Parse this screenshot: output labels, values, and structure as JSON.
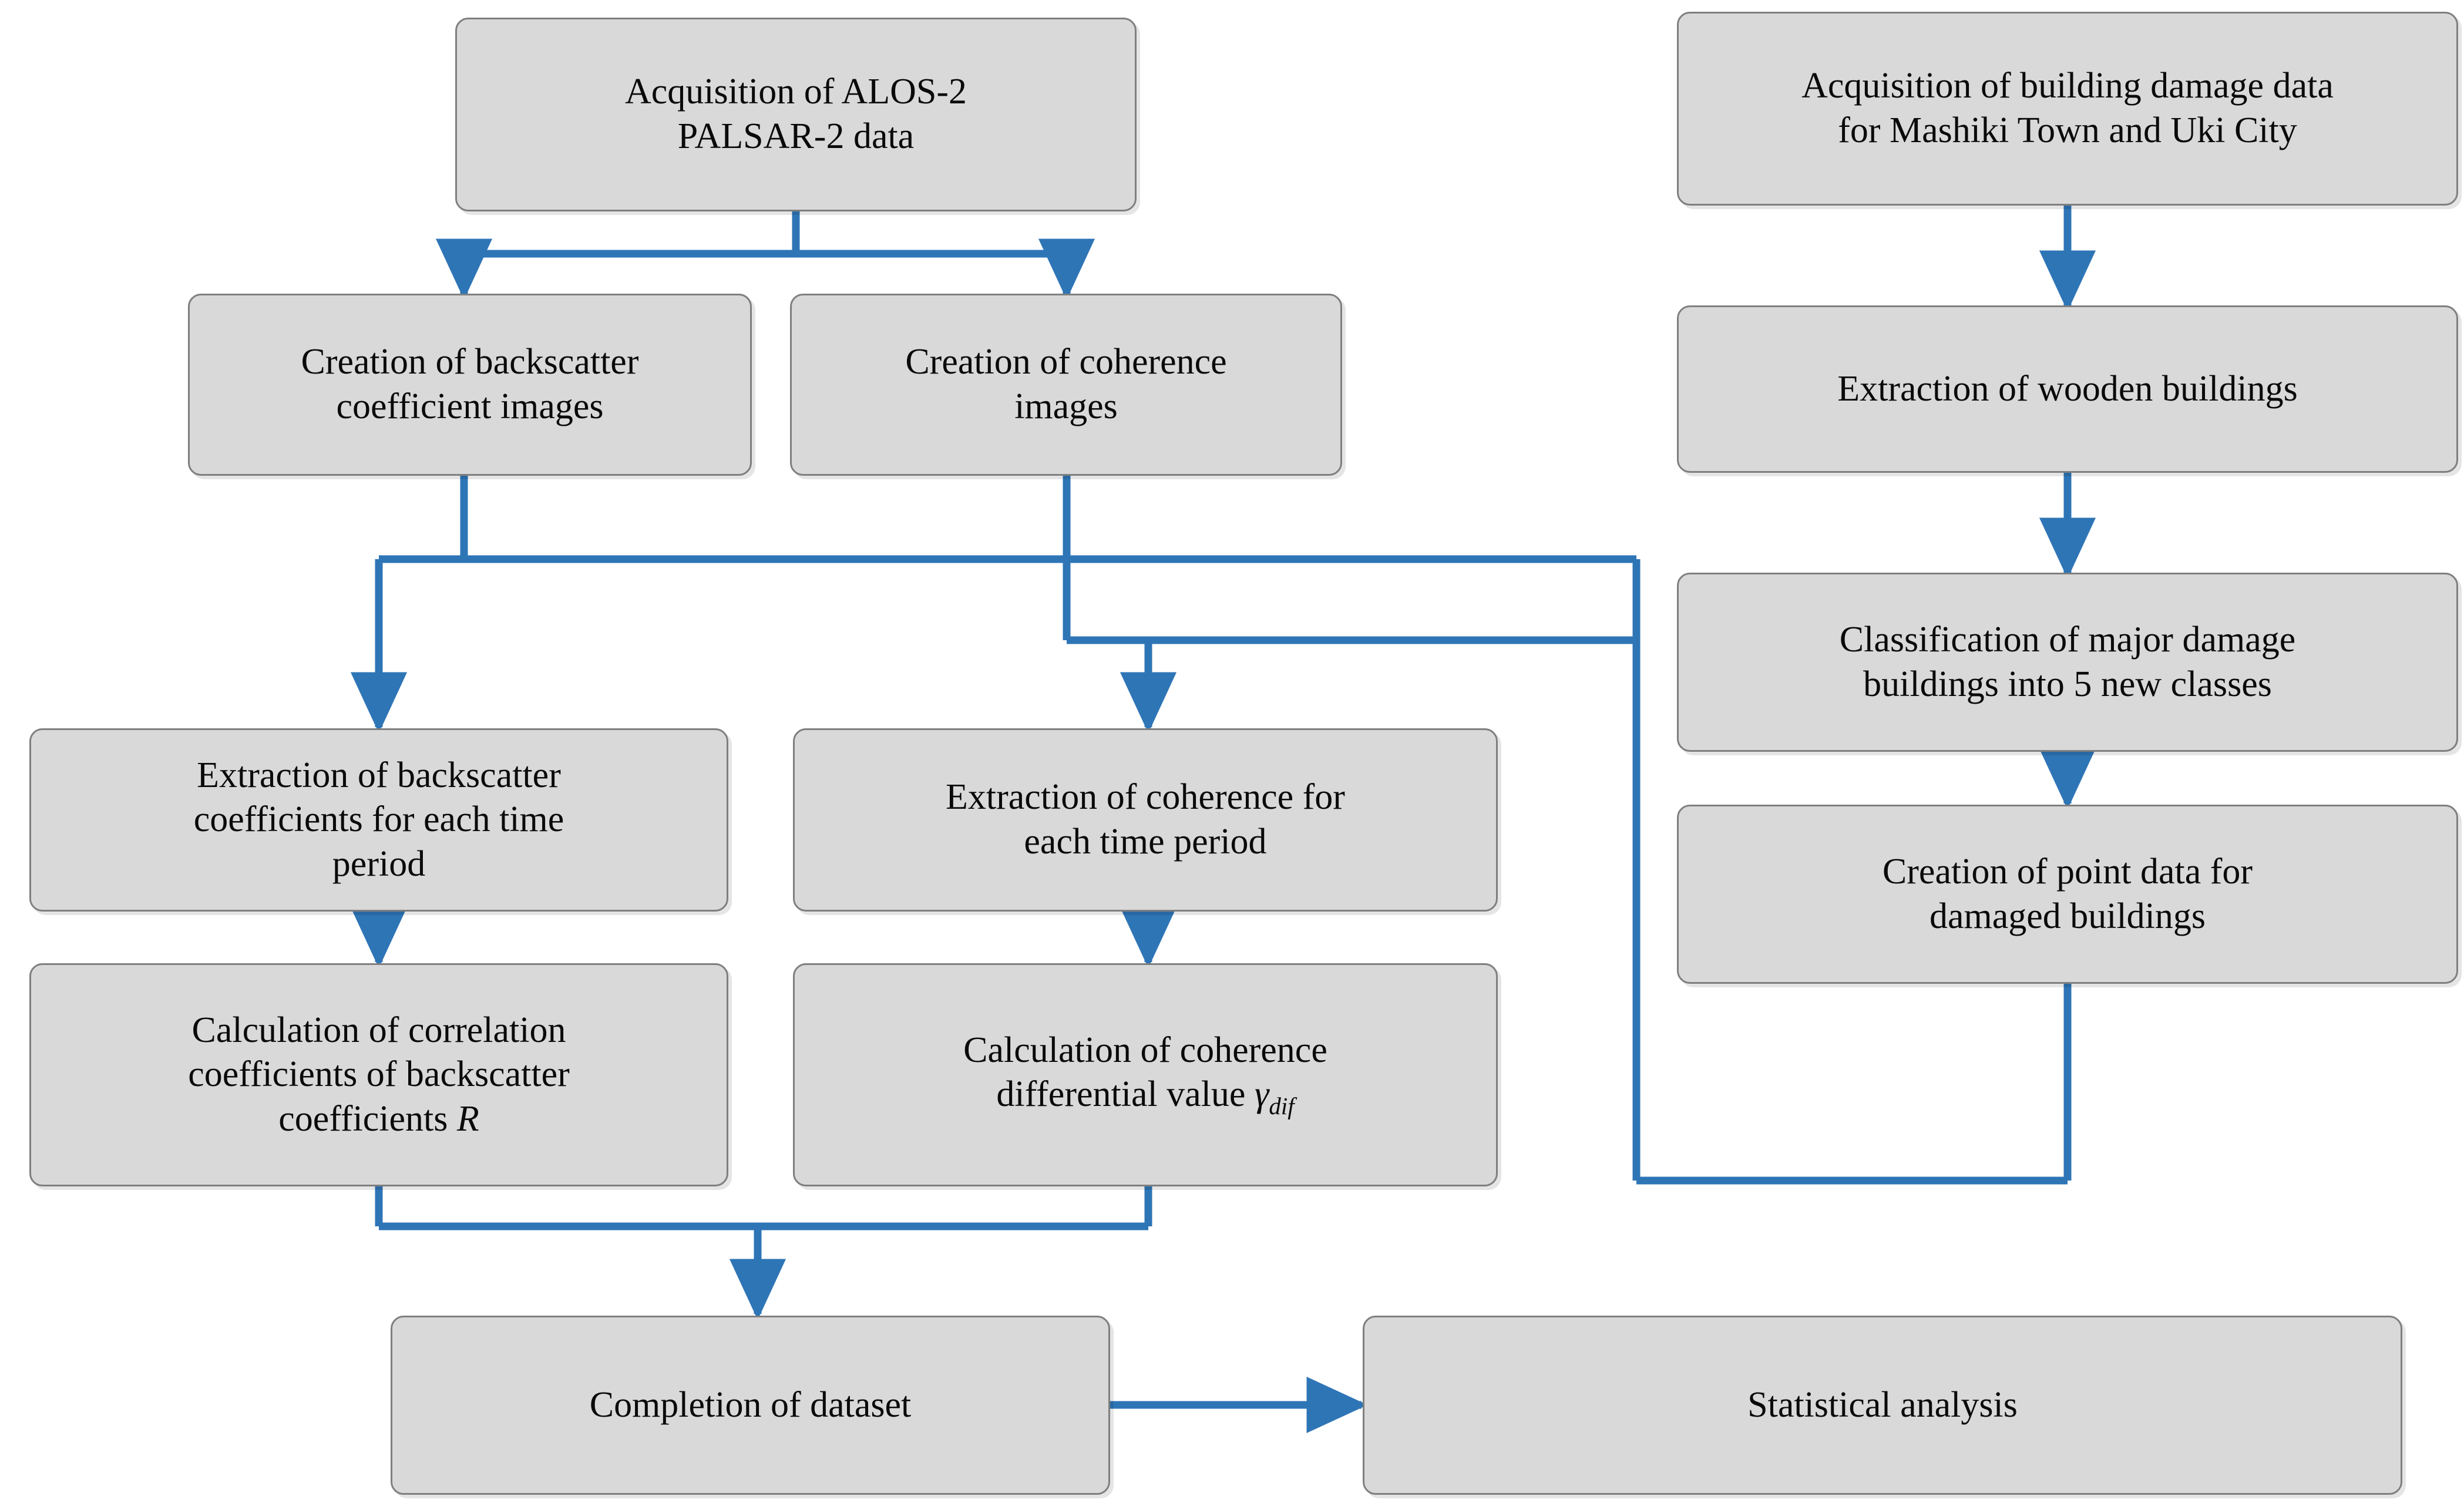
{
  "diagram": {
    "type": "flowchart",
    "title": "",
    "accent_color": "#2e75b6",
    "node_fill": "#d9d9d9",
    "node_border": "#7f7f7f",
    "text_color": "#0a0a0a",
    "background": "#ffffff",
    "nodes": [
      {
        "id": "acq-alos",
        "label": "Acquisition of ALOS-2\nPALSAR-2 data"
      },
      {
        "id": "create-backscatter",
        "label": "Creation of backscatter\ncoefficient images"
      },
      {
        "id": "create-coherence",
        "label": "Creation of coherence\nimages"
      },
      {
        "id": "extract-backscatter",
        "label": "Extraction of backscatter\ncoefficients for each time\nperiod"
      },
      {
        "id": "extract-coherence",
        "label": "Extraction of coherence for\neach time period"
      },
      {
        "id": "calc-correlation",
        "label_pre": "Calculation of correlation\ncoefficients of backscatter\ncoefficients ",
        "label_sym": "R",
        "label_post": ""
      },
      {
        "id": "calc-coherence-diff",
        "label_pre": "Calculation of coherence\ndifferential value ",
        "label_sym": "γ",
        "label_sub": "dif"
      },
      {
        "id": "completion-dataset",
        "label": "Completion of dataset"
      },
      {
        "id": "statistical-analysis",
        "label": "Statistical analysis"
      },
      {
        "id": "acq-damage",
        "label": "Acquisition of building damage data\nfor Mashiki Town and Uki City"
      },
      {
        "id": "extract-wooden",
        "label": "Extraction of wooden buildings"
      },
      {
        "id": "classify-damage",
        "label": "Classification of major damage\nbuildings into 5 new classes"
      },
      {
        "id": "create-point-data",
        "label": "Creation of point data for\ndamaged buildings"
      }
    ],
    "edges": [
      {
        "from": "acq-alos",
        "to": "create-backscatter",
        "style": "split-down"
      },
      {
        "from": "acq-alos",
        "to": "create-coherence",
        "style": "split-down"
      },
      {
        "from": "create-backscatter",
        "to": "extract-backscatter",
        "style": "elbow-down"
      },
      {
        "from": "create-coherence",
        "to": "extract-coherence",
        "style": "elbow-down"
      },
      {
        "from": "create-backscatter",
        "to": "completion-dataset",
        "style": "bus-right"
      },
      {
        "from": "create-coherence",
        "to": "completion-dataset",
        "style": "bus-right"
      },
      {
        "from": "extract-backscatter",
        "to": "calc-correlation",
        "style": "straight-down"
      },
      {
        "from": "extract-coherence",
        "to": "calc-coherence-diff",
        "style": "straight-down"
      },
      {
        "from": "calc-correlation",
        "to": "completion-dataset",
        "style": "merge-down"
      },
      {
        "from": "calc-coherence-diff",
        "to": "completion-dataset",
        "style": "merge-down"
      },
      {
        "from": "completion-dataset",
        "to": "statistical-analysis",
        "style": "straight-right"
      },
      {
        "from": "acq-damage",
        "to": "extract-wooden",
        "style": "straight-down"
      },
      {
        "from": "extract-wooden",
        "to": "classify-damage",
        "style": "straight-down"
      },
      {
        "from": "classify-damage",
        "to": "create-point-data",
        "style": "straight-down"
      },
      {
        "from": "create-point-data",
        "to": "completion-dataset",
        "style": "route-left-down"
      }
    ]
  }
}
